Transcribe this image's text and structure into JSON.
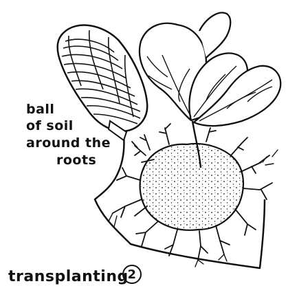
{
  "labels": {
    "soil_ball_lines": [
      "ball",
      "of soil",
      "around the",
      "roots"
    ]
  },
  "caption": {
    "text": "transplanting",
    "step_number": "2"
  },
  "colors": {
    "ink": "#111111",
    "background": "#ffffff"
  }
}
